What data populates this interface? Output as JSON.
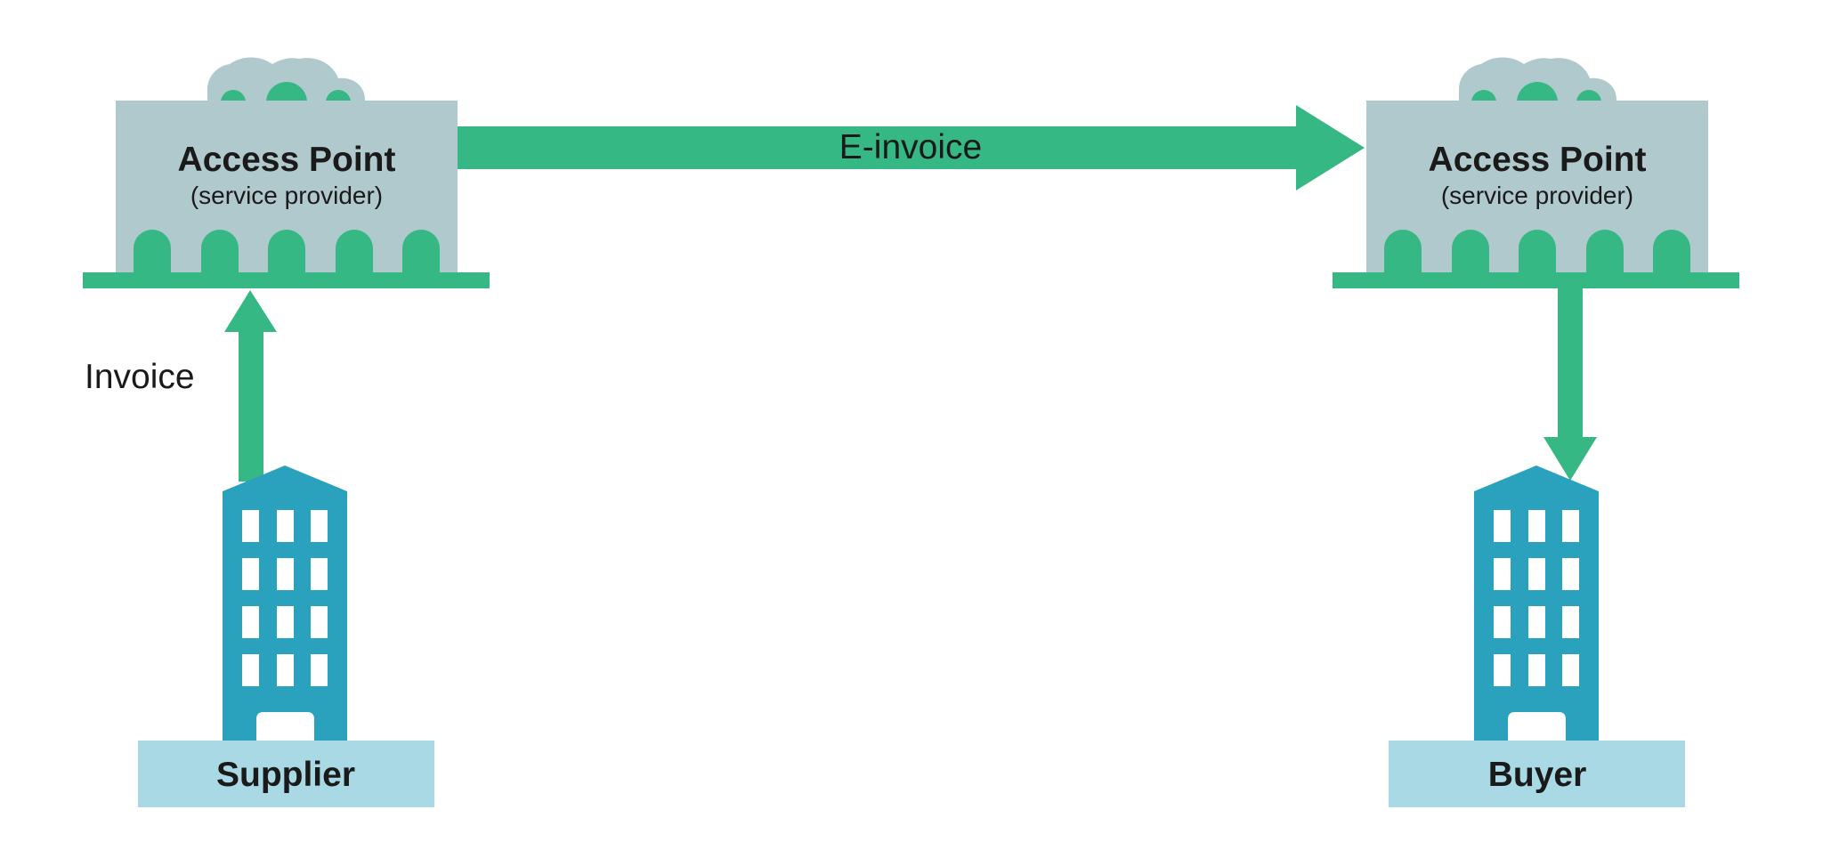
{
  "colors": {
    "green": "#36b884",
    "box_gray": "#b0c9cd",
    "building_blue": "#2ba2bd",
    "base_light_blue": "#a8d9e4",
    "text": "#1a1a1a",
    "window_white": "#ffffff"
  },
  "access_points": [
    {
      "title": "Access Point",
      "subtitle": "(service provider)"
    },
    {
      "title": "Access Point",
      "subtitle": "(service provider)"
    }
  ],
  "flows": {
    "einvoice_label": "E-invoice",
    "invoice_label": "Invoice"
  },
  "parties": {
    "supplier_label": "Supplier",
    "buyer_label": "Buyer"
  },
  "icons": [
    "access-point-box-icon",
    "cloud-icon",
    "arch-icon",
    "building-icon",
    "arrow-icon"
  ]
}
